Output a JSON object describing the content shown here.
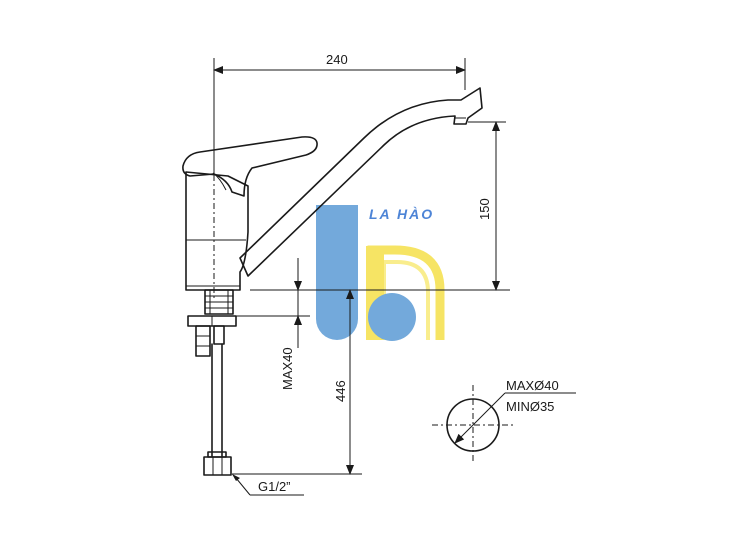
{
  "dimensions": {
    "width": "240",
    "spout_height": "150",
    "max_deck": "MAX40",
    "total_height": "446",
    "thread": "G1/2”"
  },
  "hole": {
    "max": "MAXØ40",
    "min": "MINØ35"
  },
  "watermark": {
    "text": "LA HÀO",
    "colors": {
      "blue": "#5b9bd5",
      "yellow": "#f5e04a",
      "text_blue": "#2f6fd0"
    }
  }
}
